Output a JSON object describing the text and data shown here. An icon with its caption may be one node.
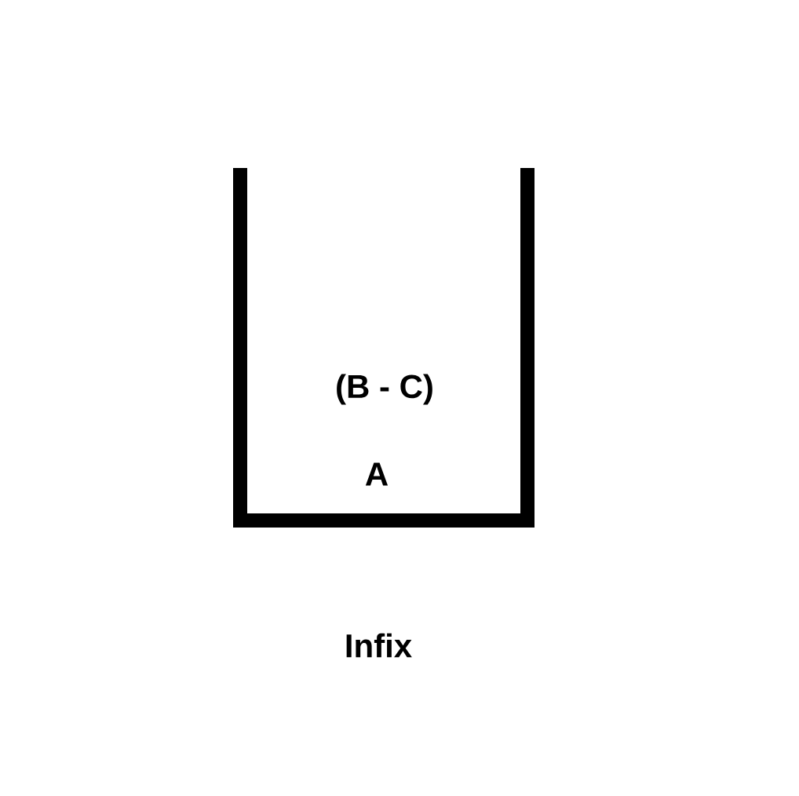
{
  "diagram": {
    "caption": "Infix",
    "nodes": [
      {
        "text": [],
        "shape": "box"
      },
      {
        "text": [
          "(B - C)"
        ],
        "in": 0
      },
      {
        "text": [
          "A"
        ],
        "in": 0
      }
    ]
  }
}
